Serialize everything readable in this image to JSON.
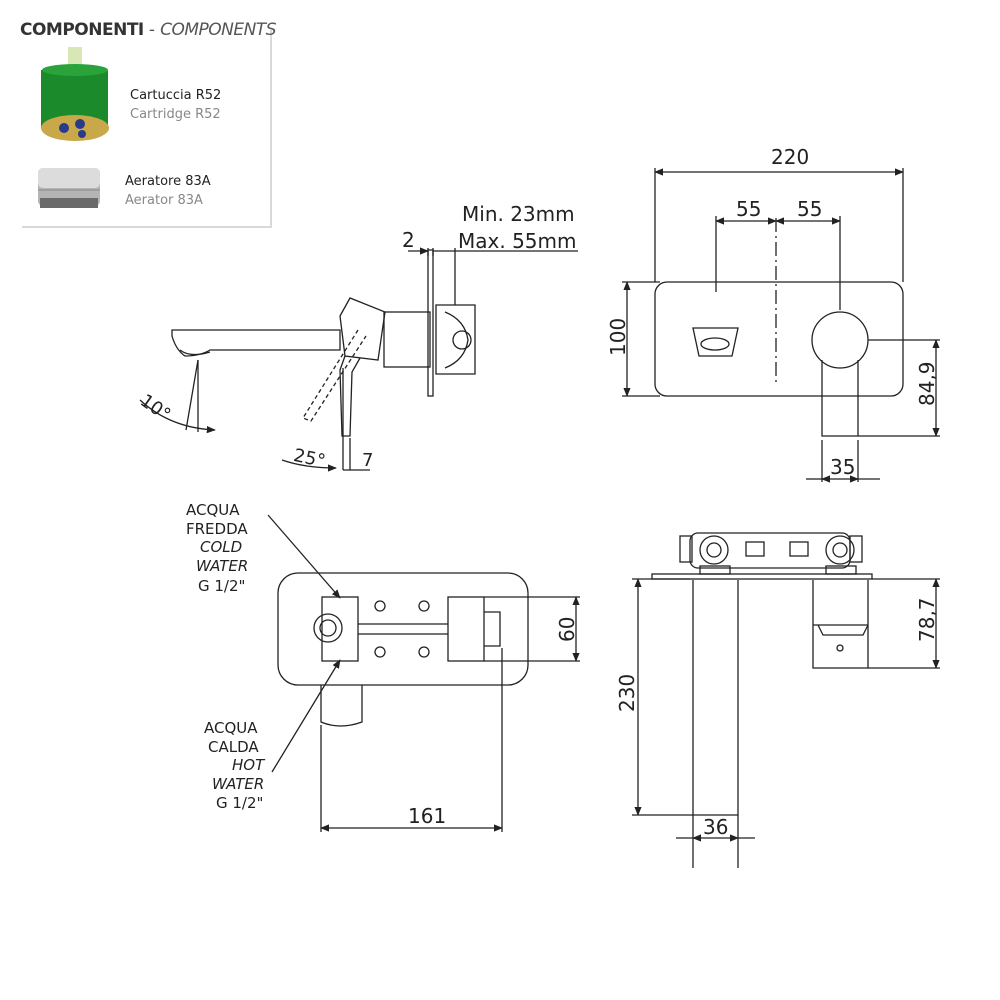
{
  "components": {
    "title_it": "COMPONENTI",
    "separator": "-",
    "title_en": "COMPONENTS",
    "items": [
      {
        "name_it": "Cartuccia R52",
        "name_en": "Cartridge R52",
        "icon": "cartridge-icon",
        "color": "#1a8a2a"
      },
      {
        "name_it": "Aeratore 83A",
        "name_en": "Aerator 83A",
        "icon": "aerator-icon",
        "color": "#9a9a9a"
      }
    ]
  },
  "side_view": {
    "dim_2": "2",
    "dim_min": "Min. 23mm",
    "dim_max": "Max. 55mm",
    "angle_10": "10°",
    "angle_25": "25°",
    "dim_7": "7"
  },
  "front_view": {
    "dim_220": "220",
    "dim_55_left": "55",
    "dim_55_right": "55",
    "dim_100": "100",
    "dim_84_9": "84,9",
    "dim_35": "35"
  },
  "top_view": {
    "cold_water": [
      "ACQUA",
      "FREDDA",
      "COLD",
      "WATER",
      "G 1/2\""
    ],
    "hot_water": [
      "ACQUA",
      "CALDA",
      "HOT",
      "WATER",
      "G 1/2\""
    ],
    "dim_60": "60",
    "dim_161": "161"
  },
  "section_view": {
    "dim_230": "230",
    "dim_78_7": "78,7",
    "dim_36": "36"
  },
  "colors": {
    "line": "#222222",
    "box_border": "#d9d9d9"
  }
}
